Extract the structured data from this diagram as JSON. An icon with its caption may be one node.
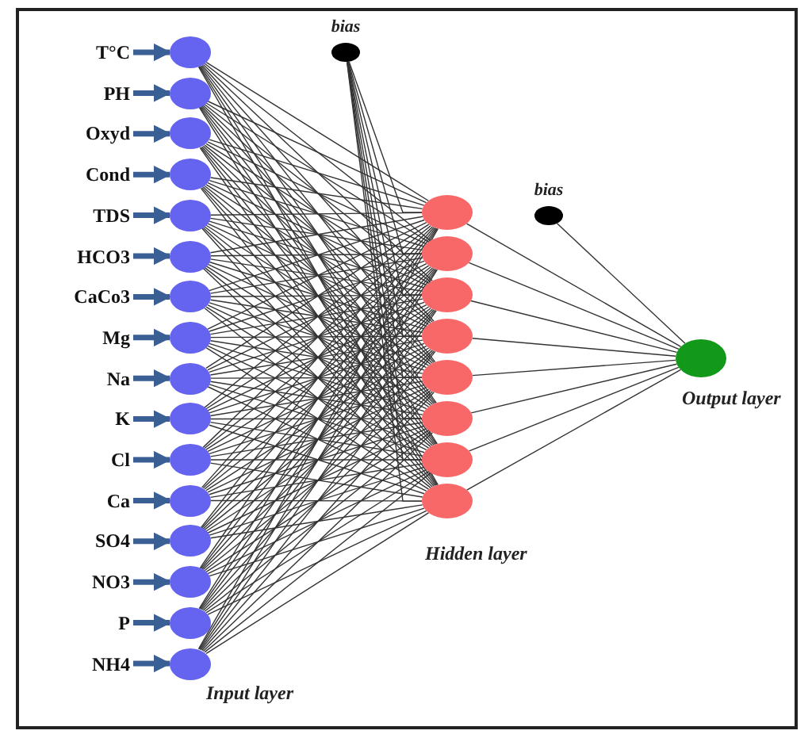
{
  "diagram": {
    "nodes": [
      {
        "text": [
          "T°C"
        ]
      },
      {
        "text": [
          "PH"
        ]
      },
      {
        "text": [
          "Oxyd"
        ]
      },
      {
        "text": [
          "Cond"
        ]
      },
      {
        "text": [
          "TDS"
        ]
      },
      {
        "text": [
          "HCO3"
        ]
      },
      {
        "text": [
          "CaCo3"
        ]
      },
      {
        "text": [
          "Mg"
        ]
      },
      {
        "text": [
          "Na"
        ]
      },
      {
        "text": [
          "K"
        ]
      },
      {
        "text": [
          "Cl"
        ]
      },
      {
        "text": [
          "Ca"
        ]
      },
      {
        "text": [
          "SO4"
        ]
      },
      {
        "text": [
          "NO3"
        ]
      },
      {
        "text": [
          "P"
        ]
      },
      {
        "text": [
          "NH4"
        ]
      },
      {
        "text": [],
        "shape": "circle"
      },
      {
        "text": [],
        "shape": "circle"
      },
      {
        "text": [],
        "shape": "circle"
      },
      {
        "text": [],
        "shape": "circle"
      },
      {
        "text": [],
        "shape": "circle"
      },
      {
        "text": [],
        "shape": "circle"
      },
      {
        "text": [],
        "shape": "circle"
      },
      {
        "text": [],
        "shape": "circle"
      },
      {
        "text": [],
        "shape": "circle"
      },
      {
        "text": [],
        "shape": "circle"
      },
      {
        "text": [],
        "shape": "circle"
      },
      {
        "text": [],
        "shape": "circle"
      },
      {
        "text": [],
        "shape": "circle"
      },
      {
        "text": [],
        "shape": "circle"
      },
      {
        "text": [],
        "shape": "circle"
      },
      {
        "text": [],
        "shape": "circle"
      },
      {
        "text": [
          "bias"
        ]
      },
      {
        "text": [],
        "shape": "circle"
      },
      {
        "text": [],
        "shape": "circle"
      },
      {
        "text": [],
        "shape": "circle"
      },
      {
        "text": [],
        "shape": "circle"
      },
      {
        "text": [],
        "shape": "circle"
      },
      {
        "text": [],
        "shape": "circle"
      },
      {
        "text": [],
        "shape": "circle"
      },
      {
        "text": [],
        "shape": "circle"
      },
      {
        "text": [
          "bias"
        ]
      },
      {
        "text": [],
        "shape": "circle",
        "beside": [
          "Output layer"
        ]
      }
    ],
    "edges": [
      {
        "from": 0,
        "to": 16,
        "arrow": "to",
        "style": "thick",
        "color": "#3a5f95"
      },
      {
        "from": 1,
        "to": 17,
        "arrow": "to",
        "style": "thick",
        "color": "#3a5f95"
      },
      {
        "from": 2,
        "to": 18,
        "arrow": "to",
        "style": "thick",
        "color": "#3a5f95"
      },
      {
        "from": 3,
        "to": 19,
        "arrow": "to",
        "style": "thick",
        "color": "#3a5f95"
      },
      {
        "from": 4,
        "to": 20,
        "arrow": "to",
        "style": "thick",
        "color": "#3a5f95"
      },
      {
        "from": 5,
        "to": 21,
        "arrow": "to",
        "style": "thick",
        "color": "#3a5f95"
      },
      {
        "from": 6,
        "to": 22,
        "arrow": "to",
        "style": "thick",
        "color": "#3a5f95"
      },
      {
        "from": 7,
        "to": 23,
        "arrow": "to",
        "style": "thick",
        "color": "#3a5f95"
      },
      {
        "from": 8,
        "to": 24,
        "arrow": "to",
        "style": "thick",
        "color": "#3a5f95"
      },
      {
        "from": 9,
        "to": 25,
        "arrow": "to",
        "style": "thick",
        "color": "#3a5f95"
      },
      {
        "from": 10,
        "to": 26,
        "arrow": "to",
        "style": "thick",
        "color": "#3a5f95"
      },
      {
        "from": 11,
        "to": 27,
        "arrow": "to",
        "style": "thick",
        "color": "#3a5f95"
      },
      {
        "from": 12,
        "to": 28,
        "arrow": "to",
        "style": "thick",
        "color": "#3a5f95"
      },
      {
        "from": 13,
        "to": 29,
        "arrow": "to",
        "style": "thick",
        "color": "#3a5f95"
      },
      {
        "from": 14,
        "to": 30,
        "arrow": "to",
        "style": "thick",
        "color": "#3a5f95"
      },
      {
        "from": 15,
        "to": 31,
        "arrow": "to",
        "style": "thick",
        "color": "#3a5f95"
      },
      {
        "from": 16,
        "to": 33,
        "arrow": "none"
      },
      {
        "from": 16,
        "to": 34,
        "arrow": "none"
      },
      {
        "from": 16,
        "to": 35,
        "arrow": "none"
      },
      {
        "from": 16,
        "to": 36,
        "arrow": "none"
      },
      {
        "from": 16,
        "to": 37,
        "arrow": "none"
      },
      {
        "from": 16,
        "to": 38,
        "arrow": "none"
      },
      {
        "from": 16,
        "to": 39,
        "arrow": "none"
      },
      {
        "from": 16,
        "to": 40,
        "arrow": "none"
      },
      {
        "from": 17,
        "to": 33,
        "arrow": "none"
      },
      {
        "from": 17,
        "to": 34,
        "arrow": "none"
      },
      {
        "from": 17,
        "to": 35,
        "arrow": "none"
      },
      {
        "from": 17,
        "to": 36,
        "arrow": "none"
      },
      {
        "from": 17,
        "to": 37,
        "arrow": "none"
      },
      {
        "from": 17,
        "to": 38,
        "arrow": "none"
      },
      {
        "from": 17,
        "to": 39,
        "arrow": "none"
      },
      {
        "from": 17,
        "to": 40,
        "arrow": "none"
      },
      {
        "from": 18,
        "to": 33,
        "arrow": "none"
      },
      {
        "from": 18,
        "to": 34,
        "arrow": "none"
      },
      {
        "from": 18,
        "to": 35,
        "arrow": "none"
      },
      {
        "from": 18,
        "to": 36,
        "arrow": "none"
      },
      {
        "from": 18,
        "to": 37,
        "arrow": "none"
      },
      {
        "from": 18,
        "to": 38,
        "arrow": "none"
      },
      {
        "from": 18,
        "to": 39,
        "arrow": "none"
      },
      {
        "from": 18,
        "to": 40,
        "arrow": "none"
      },
      {
        "from": 19,
        "to": 33,
        "arrow": "none"
      },
      {
        "from": 19,
        "to": 34,
        "arrow": "none"
      },
      {
        "from": 19,
        "to": 35,
        "arrow": "none"
      },
      {
        "from": 19,
        "to": 36,
        "arrow": "none"
      },
      {
        "from": 19,
        "to": 37,
        "arrow": "none"
      },
      {
        "from": 19,
        "to": 38,
        "arrow": "none"
      },
      {
        "from": 19,
        "to": 39,
        "arrow": "none"
      },
      {
        "from": 19,
        "to": 40,
        "arrow": "none"
      },
      {
        "from": 20,
        "to": 33,
        "arrow": "none"
      },
      {
        "from": 20,
        "to": 34,
        "arrow": "none"
      },
      {
        "from": 20,
        "to": 35,
        "arrow": "none"
      },
      {
        "from": 20,
        "to": 36,
        "arrow": "none"
      },
      {
        "from": 20,
        "to": 37,
        "arrow": "none"
      },
      {
        "from": 20,
        "to": 38,
        "arrow": "none"
      },
      {
        "from": 20,
        "to": 39,
        "arrow": "none"
      },
      {
        "from": 20,
        "to": 40,
        "arrow": "none"
      },
      {
        "from": 21,
        "to": 33,
        "arrow": "none"
      },
      {
        "from": 21,
        "to": 34,
        "arrow": "none"
      },
      {
        "from": 21,
        "to": 35,
        "arrow": "none"
      },
      {
        "from": 21,
        "to": 36,
        "arrow": "none"
      },
      {
        "from": 21,
        "to": 37,
        "arrow": "none"
      },
      {
        "from": 21,
        "to": 38,
        "arrow": "none"
      },
      {
        "from": 21,
        "to": 39,
        "arrow": "none"
      },
      {
        "from": 21,
        "to": 40,
        "arrow": "none"
      },
      {
        "from": 22,
        "to": 33,
        "arrow": "none"
      },
      {
        "from": 22,
        "to": 34,
        "arrow": "none"
      },
      {
        "from": 22,
        "to": 35,
        "arrow": "none"
      },
      {
        "from": 22,
        "to": 36,
        "arrow": "none"
      },
      {
        "from": 22,
        "to": 37,
        "arrow": "none"
      },
      {
        "from": 22,
        "to": 38,
        "arrow": "none"
      },
      {
        "from": 22,
        "to": 39,
        "arrow": "none"
      },
      {
        "from": 22,
        "to": 40,
        "arrow": "none"
      },
      {
        "from": 23,
        "to": 33,
        "arrow": "none"
      },
      {
        "from": 23,
        "to": 34,
        "arrow": "none"
      },
      {
        "from": 23,
        "to": 35,
        "arrow": "none"
      },
      {
        "from": 23,
        "to": 36,
        "arrow": "none"
      },
      {
        "from": 23,
        "to": 37,
        "arrow": "none"
      },
      {
        "from": 23,
        "to": 38,
        "arrow": "none"
      },
      {
        "from": 23,
        "to": 39,
        "arrow": "none"
      },
      {
        "from": 23,
        "to": 40,
        "arrow": "none"
      },
      {
        "from": 24,
        "to": 33,
        "arrow": "none"
      },
      {
        "from": 24,
        "to": 34,
        "arrow": "none"
      },
      {
        "from": 24,
        "to": 35,
        "arrow": "none"
      },
      {
        "from": 24,
        "to": 36,
        "arrow": "none"
      },
      {
        "from": 24,
        "to": 37,
        "arrow": "none"
      },
      {
        "from": 24,
        "to": 38,
        "arrow": "none"
      },
      {
        "from": 24,
        "to": 39,
        "arrow": "none"
      },
      {
        "from": 24,
        "to": 40,
        "arrow": "none"
      },
      {
        "from": 25,
        "to": 33,
        "arrow": "none"
      },
      {
        "from": 25,
        "to": 34,
        "arrow": "none"
      },
      {
        "from": 25,
        "to": 35,
        "arrow": "none"
      },
      {
        "from": 25,
        "to": 36,
        "arrow": "none"
      },
      {
        "from": 25,
        "to": 37,
        "arrow": "none"
      },
      {
        "from": 25,
        "to": 38,
        "arrow": "none"
      },
      {
        "from": 25,
        "to": 39,
        "arrow": "none"
      },
      {
        "from": 25,
        "to": 40,
        "arrow": "none"
      },
      {
        "from": 26,
        "to": 33,
        "arrow": "none"
      },
      {
        "from": 26,
        "to": 34,
        "arrow": "none"
      },
      {
        "from": 26,
        "to": 35,
        "arrow": "none"
      },
      {
        "from": 26,
        "to": 36,
        "arrow": "none"
      },
      {
        "from": 26,
        "to": 37,
        "arrow": "none"
      },
      {
        "from": 26,
        "to": 38,
        "arrow": "none"
      },
      {
        "from": 26,
        "to": 39,
        "arrow": "none"
      },
      {
        "from": 26,
        "to": 40,
        "arrow": "none"
      },
      {
        "from": 27,
        "to": 33,
        "arrow": "none"
      },
      {
        "from": 27,
        "to": 34,
        "arrow": "none"
      },
      {
        "from": 27,
        "to": 35,
        "arrow": "none"
      },
      {
        "from": 27,
        "to": 36,
        "arrow": "none"
      },
      {
        "from": 27,
        "to": 37,
        "arrow": "none"
      },
      {
        "from": 27,
        "to": 38,
        "arrow": "none"
      },
      {
        "from": 27,
        "to": 39,
        "arrow": "none"
      },
      {
        "from": 27,
        "to": 40,
        "arrow": "none"
      },
      {
        "from": 28,
        "to": 33,
        "arrow": "none"
      },
      {
        "from": 28,
        "to": 34,
        "arrow": "none"
      },
      {
        "from": 28,
        "to": 35,
        "arrow": "none"
      },
      {
        "from": 28,
        "to": 36,
        "arrow": "none"
      },
      {
        "from": 28,
        "to": 37,
        "arrow": "none"
      },
      {
        "from": 28,
        "to": 38,
        "arrow": "none"
      },
      {
        "from": 28,
        "to": 39,
        "arrow": "none"
      },
      {
        "from": 28,
        "to": 40,
        "arrow": "none"
      },
      {
        "from": 29,
        "to": 33,
        "arrow": "none"
      },
      {
        "from": 29,
        "to": 34,
        "arrow": "none"
      },
      {
        "from": 29,
        "to": 35,
        "arrow": "none"
      },
      {
        "from": 29,
        "to": 36,
        "arrow": "none"
      },
      {
        "from": 29,
        "to": 37,
        "arrow": "none"
      },
      {
        "from": 29,
        "to": 38,
        "arrow": "none"
      },
      {
        "from": 29,
        "to": 39,
        "arrow": "none"
      },
      {
        "from": 29,
        "to": 40,
        "arrow": "none"
      },
      {
        "from": 30,
        "to": 33,
        "arrow": "none"
      },
      {
        "from": 30,
        "to": 34,
        "arrow": "none"
      },
      {
        "from": 30,
        "to": 35,
        "arrow": "none"
      },
      {
        "from": 30,
        "to": 36,
        "arrow": "none"
      },
      {
        "from": 30,
        "to": 37,
        "arrow": "none"
      },
      {
        "from": 30,
        "to": 38,
        "arrow": "none"
      },
      {
        "from": 30,
        "to": 39,
        "arrow": "none"
      },
      {
        "from": 30,
        "to": 40,
        "arrow": "none"
      },
      {
        "from": 31,
        "to": 33,
        "arrow": "none"
      },
      {
        "from": 31,
        "to": 34,
        "arrow": "none"
      },
      {
        "from": 31,
        "to": 35,
        "arrow": "none"
      },
      {
        "from": 31,
        "to": 36,
        "arrow": "none"
      },
      {
        "from": 31,
        "to": 37,
        "arrow": "none"
      },
      {
        "from": 31,
        "to": 38,
        "arrow": "none"
      },
      {
        "from": 31,
        "to": 39,
        "arrow": "none"
      },
      {
        "from": 31,
        "to": 40,
        "arrow": "none"
      },
      {
        "from": 32,
        "to": 33,
        "arrow": "none"
      },
      {
        "from": 32,
        "to": 34,
        "arrow": "none"
      },
      {
        "from": 32,
        "to": 35,
        "arrow": "none"
      },
      {
        "from": 32,
        "to": 36,
        "arrow": "none"
      },
      {
        "from": 32,
        "to": 37,
        "arrow": "none"
      },
      {
        "from": 32,
        "to": 38,
        "arrow": "none"
      },
      {
        "from": 32,
        "to": 39,
        "arrow": "none"
      },
      {
        "from": 32,
        "to": 40,
        "arrow": "none"
      },
      {
        "from": 33,
        "to": 42,
        "arrow": "none"
      },
      {
        "from": 34,
        "to": 42,
        "arrow": "none"
      },
      {
        "from": 35,
        "to": 42,
        "arrow": "none"
      },
      {
        "from": 36,
        "to": 42,
        "arrow": "none"
      },
      {
        "from": 37,
        "to": 42,
        "arrow": "none"
      },
      {
        "from": 38,
        "to": 42,
        "arrow": "none"
      },
      {
        "from": 39,
        "to": 42,
        "arrow": "none"
      },
      {
        "from": 40,
        "to": 42,
        "arrow": "none"
      },
      {
        "from": 41,
        "to": 42,
        "arrow": "none"
      }
    ],
    "labels": [
      "Input layer",
      "Hidden layer"
    ]
  }
}
